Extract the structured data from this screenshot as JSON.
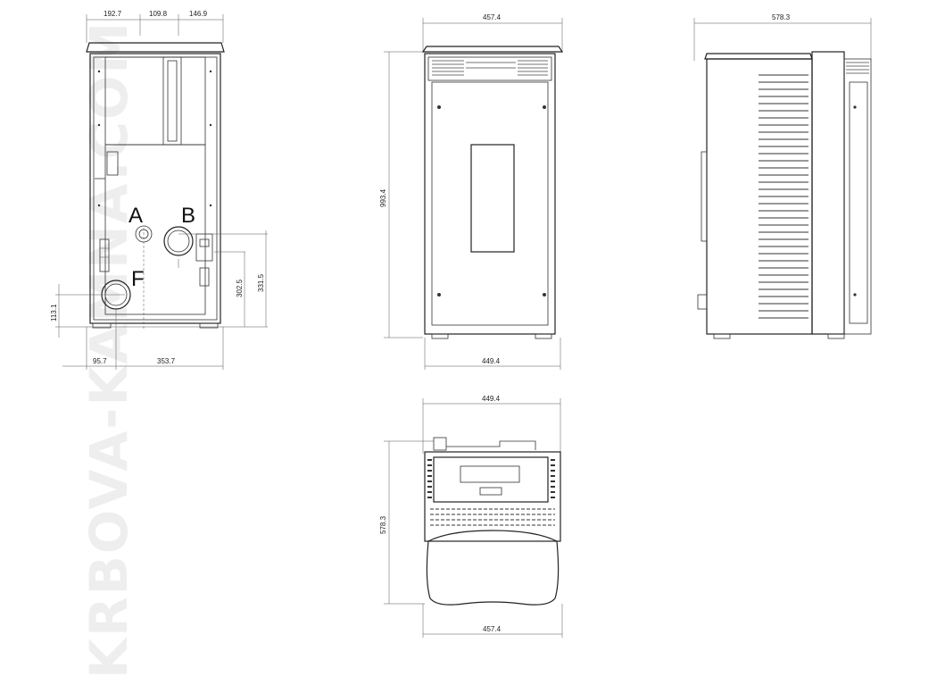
{
  "watermark": "KRBOVA-KAMNA.COM",
  "views": {
    "rear": {
      "dims": {
        "top_left": "192.7",
        "top_mid": "109.8",
        "top_right": "146.9",
        "left_height": "113.1",
        "bottom_left": "95.7",
        "bottom_right": "353.7",
        "right_inner": "302.5",
        "right_outer": "331.5"
      },
      "labels": {
        "a": "A",
        "b": "B",
        "f": "F"
      }
    },
    "front": {
      "dims": {
        "top": "457.4",
        "height": "993.4",
        "bottom": "449.4"
      }
    },
    "side": {
      "dims": {
        "top": "578.3"
      }
    },
    "top": {
      "dims": {
        "top": "449.4",
        "depth": "578.3",
        "bottom": "457.4"
      }
    }
  }
}
